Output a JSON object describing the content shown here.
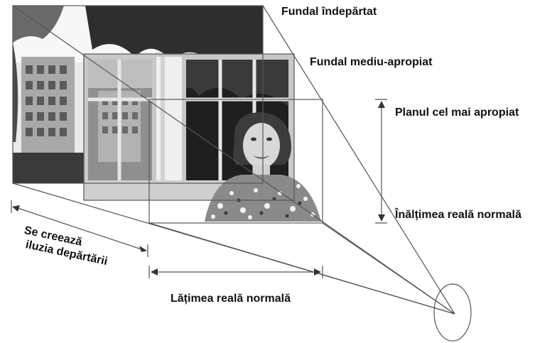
{
  "labels": {
    "far_background": "Fundal îndepărtat",
    "mid_background": "Fundal mediu-apropiat",
    "nearest_plane": "Planul cel mai apropiat",
    "real_height": "Înălțimea reală normală",
    "illusion_line1": "Se creează",
    "illusion_line2": "iluzia depărtării",
    "real_width": "Lățimea reală normală"
  },
  "colors": {
    "line": "#555555",
    "far_sky": "#f2f2f2",
    "far_trees": "#2b2b2b",
    "building": "#9a9a9a",
    "mid_frame": "#bdbdbd",
    "near_frame": "#c9c9c9",
    "dark_wall": "#1e1e1e"
  }
}
